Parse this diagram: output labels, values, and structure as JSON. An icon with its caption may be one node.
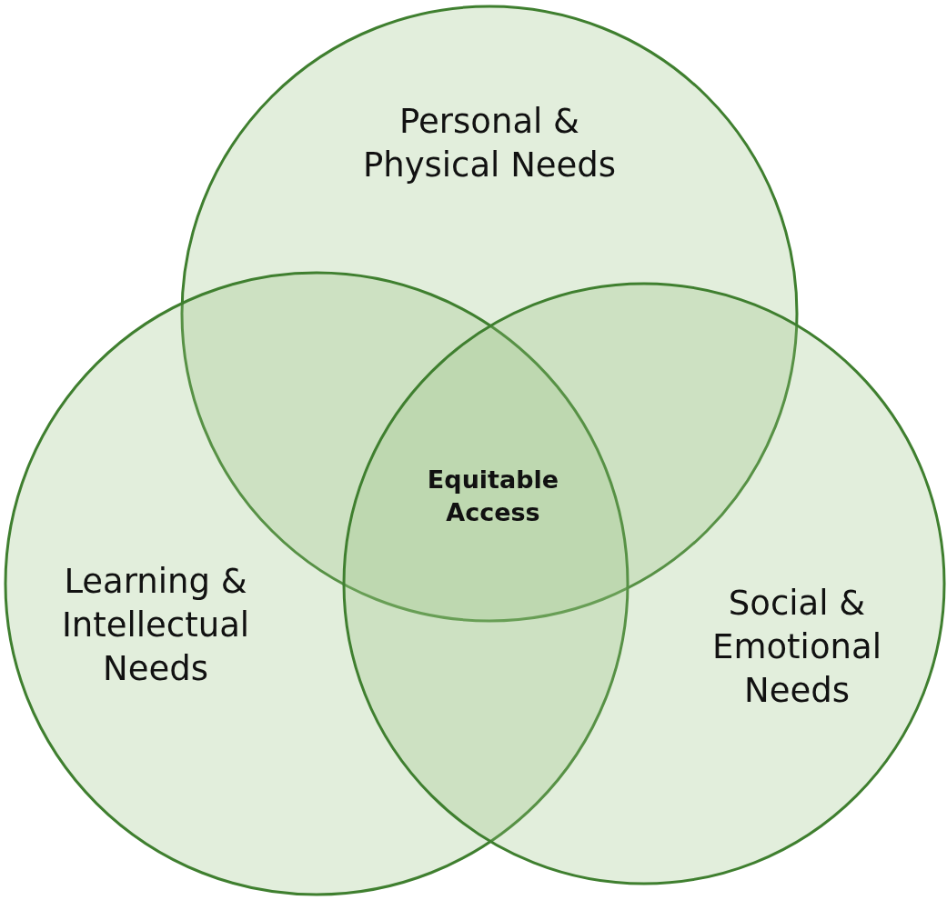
{
  "diagram": {
    "nodes": [
      {
        "text": [
          "Personal & Physical Needs"
        ]
      },
      {
        "text": [
          "Learning & Intellectual Needs"
        ]
      },
      {
        "text": [
          "Social & Emotional Needs"
        ]
      }
    ],
    "labels": [
      "Equitable Access"
    ]
  }
}
